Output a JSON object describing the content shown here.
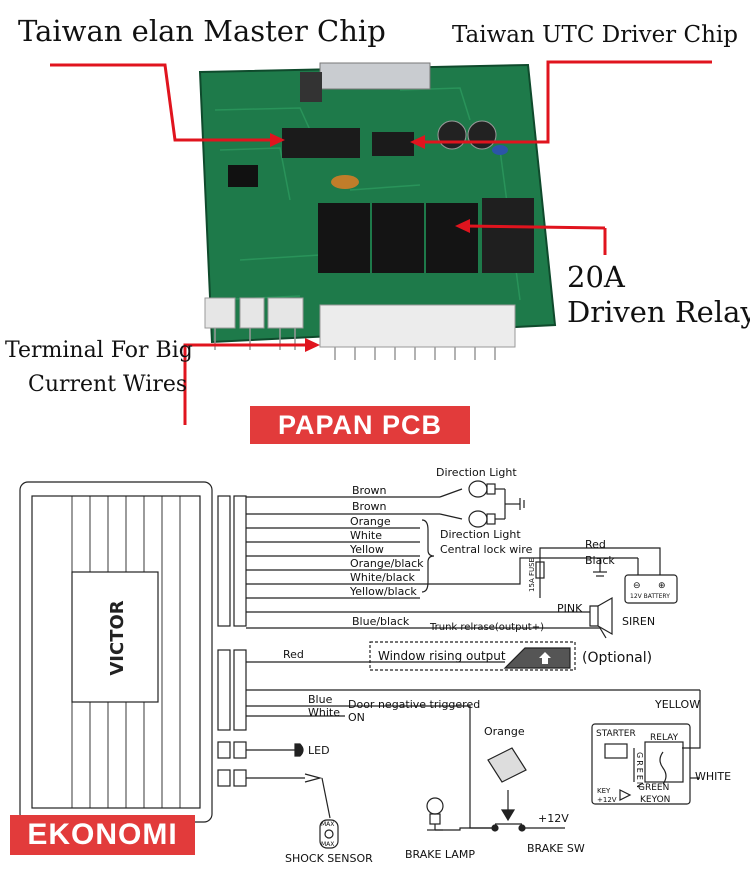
{
  "pcb_section": {
    "labels": {
      "master_chip": "Taiwan elan Master Chip",
      "driver_chip": "Taiwan UTC Driver Chip",
      "relay_line1": "20A",
      "relay_line2": "Driven Relay",
      "terminal_line1": "Terminal For Big",
      "terminal_line2": "Current Wires"
    },
    "badge": "PAPAN PCB"
  },
  "wiring_section": {
    "brand": "VICTOR",
    "badge": "EKONOMI",
    "direction_light_top": "Direction Light",
    "direction_light_bottom": "Direction Light",
    "central_lock": "Central lock wire",
    "wires": {
      "brown1": "Brown",
      "brown2": "Brown",
      "orange": "Orange",
      "white": "White",
      "yellow": "Yellow",
      "orange_black": "Orange/black",
      "white_black": "White/black",
      "yellow_black": "Yellow/black",
      "blue_black": "Blue/black",
      "red_window": "Red",
      "blue": "Blue",
      "white_on": "White"
    },
    "battery": {
      "red": "Red",
      "black": "Black",
      "fuse": "15A FUSE",
      "label": "12V BATTERY",
      "neg": "⊖",
      "pos": "⊕"
    },
    "siren": {
      "pink": "PINK",
      "label": "SIREN"
    },
    "trunk": "Trunk relrase(output+)",
    "window": "Window rising output",
    "optional": "(Optional)",
    "door": "Door negative triggered",
    "on": "ON",
    "yellow_right": "YELLOW",
    "white_right": "WHITE",
    "relay_box": {
      "starter": "STARTER",
      "relay": "RELAY",
      "green_vertical": "GREEN",
      "green": "GREEN",
      "key": "KEY",
      "key12": "+12V",
      "keyon": "KEYON"
    },
    "orange_pedal": "Orange",
    "led": "LED",
    "shock": "SHOCK SENSOR",
    "shock_max_top": "MAX",
    "shock_max_bottom": "MAX",
    "brake_lamp": "BRAKE LAMP",
    "brake_sw": "BRAKE SW",
    "plus12": "+12V"
  },
  "colors": {
    "badge_red": "#e23b3b",
    "pcb_green": "#1e7a4a",
    "arrow_red": "#e0141e"
  }
}
